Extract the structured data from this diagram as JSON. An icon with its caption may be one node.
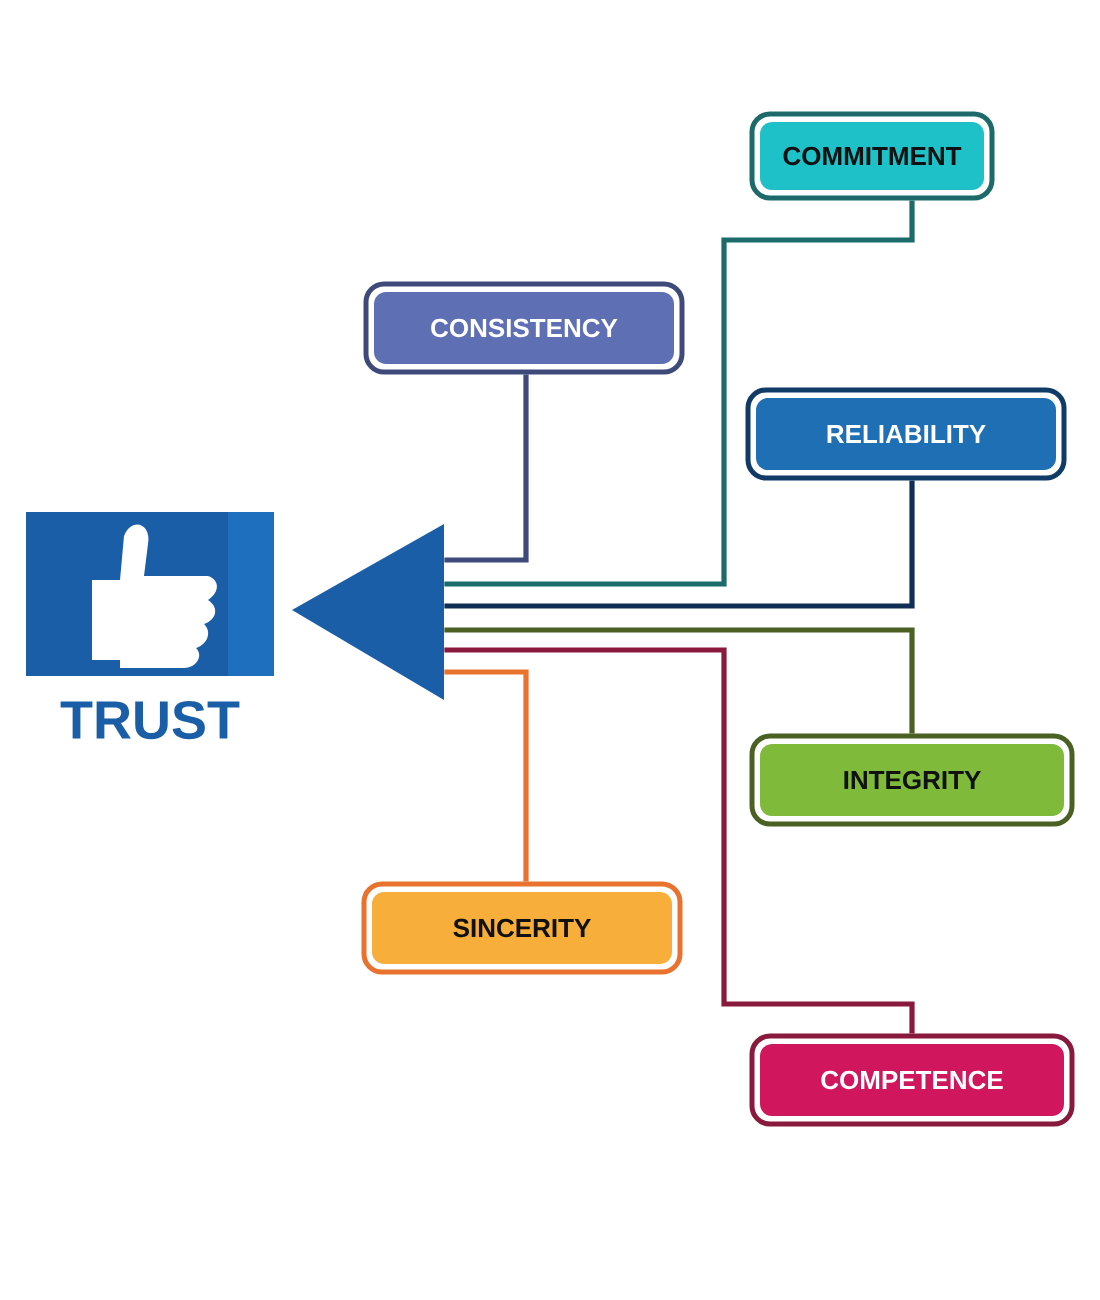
{
  "diagram": {
    "nodes": [
      {
        "text": [
          "TRUST"
        ]
      },
      {
        "text": [],
        "shape": "triangle"
      },
      {
        "text": [
          "COMMITMENT"
        ]
      },
      {
        "text": [
          "CONSISTENCY"
        ]
      },
      {
        "text": [
          "RELIABILITY"
        ]
      },
      {
        "text": [
          "INTEGRITY"
        ]
      },
      {
        "text": [
          "SINCERITY"
        ]
      },
      {
        "text": [
          "COMPETENCE"
        ]
      }
    ],
    "edges": [
      {
        "from": 2,
        "to": 1,
        "arrow": "none",
        "color": "#1d6a6a"
      },
      {
        "from": 3,
        "to": 1,
        "arrow": "none",
        "color": "#3d4a7a"
      },
      {
        "from": 4,
        "to": 1,
        "arrow": "none",
        "color": "#0f2f55"
      },
      {
        "from": 5,
        "to": 1,
        "arrow": "none",
        "color": "#4b6124"
      },
      {
        "from": 6,
        "to": 1,
        "arrow": "none",
        "color": "#e8722e"
      },
      {
        "from": 7,
        "to": 1,
        "arrow": "none",
        "color": "#8a1a3d"
      }
    ]
  }
}
